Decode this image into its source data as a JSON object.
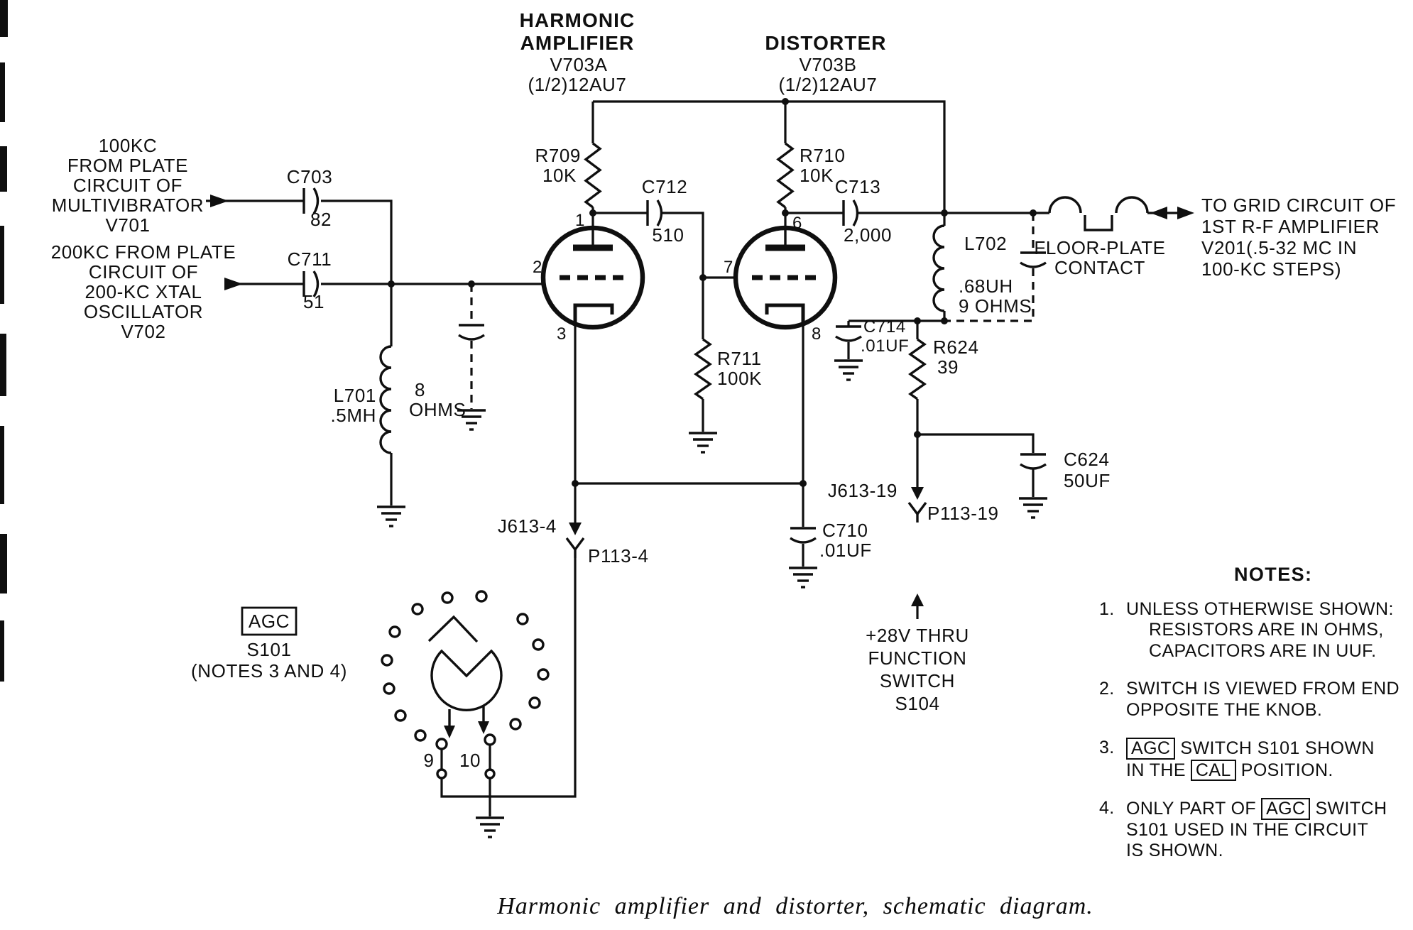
{
  "tubes": {
    "a": {
      "role1": "HARMONIC",
      "role2": "AMPLIFIER",
      "ref": "V703A",
      "type": "(1/2)12AU7"
    },
    "b": {
      "role1": "DISTORTER",
      "ref": "V703B",
      "type": "(1/2)12AU7"
    }
  },
  "inputs": {
    "in1": {
      "l1": "100KC",
      "l2": "FROM PLATE",
      "l3": "CIRCUIT OF",
      "l4": "MULTIVIBRATOR",
      "l5": "V701"
    },
    "in2": {
      "l1": "200KC FROM PLATE",
      "l2": "CIRCUIT OF",
      "l3": "200-KC XTAL",
      "l4": "OSCILLATOR",
      "l5": "V702"
    }
  },
  "output": {
    "l1": "TO GRID CIRCUIT OF",
    "l2": "1ST R-F AMPLIFIER",
    "l3": "V201(.5-32 MC IN",
    "l4": "100-KC STEPS)"
  },
  "floor_plate": {
    "l1": "FLOOR-PLATE",
    "l2": "CONTACT"
  },
  "comp": {
    "c703": {
      "ref": "C703",
      "val": "82"
    },
    "c711": {
      "ref": "C711",
      "val": "51"
    },
    "c712": {
      "ref": "C712",
      "val": "510"
    },
    "c713": {
      "ref": "C713",
      "val": "2,000"
    },
    "r709": {
      "ref": "R709",
      "val": "10K"
    },
    "r710": {
      "ref": "R710",
      "val": "10K"
    },
    "r711": {
      "ref": "R711",
      "val": "100K"
    },
    "r624": {
      "ref": "R624",
      "val": "39"
    },
    "c714": {
      "ref": "C714",
      "val": ".01UF"
    },
    "c710": {
      "ref": "C710",
      "val": ".01UF"
    },
    "c624": {
      "ref": "C624",
      "val": "50UF"
    },
    "l701": {
      "ref": "L701",
      "val": ".5MH",
      "ohms1": "8",
      "ohms2": "OHMS"
    },
    "l702": {
      "ref": "L702",
      "val": ".68UH",
      "ohms": "9 OHMS"
    }
  },
  "pins": {
    "a1": "1",
    "a2": "2",
    "a3": "3",
    "b6": "6",
    "b7": "7",
    "b8": "8"
  },
  "connectors": {
    "j4": "J613-4",
    "p4": "P113-4",
    "j19": "J613-19",
    "p19": "P113-19"
  },
  "supply": {
    "l1": "+28V THRU",
    "l2": "FUNCTION",
    "l3": "SWITCH",
    "l4": "S104"
  },
  "switch": {
    "label": "AGC",
    "ref": "S101",
    "note": "(NOTES 3 AND 4)",
    "t9": "9",
    "t10": "10"
  },
  "notes": {
    "heading": "NOTES:",
    "n1": {
      "num": "1.",
      "l1": "UNLESS OTHERWISE SHOWN:",
      "l2": "RESISTORS ARE IN OHMS,",
      "l3": "CAPACITORS ARE IN UUF."
    },
    "n2": {
      "num": "2.",
      "l1": "SWITCH IS VIEWED FROM END",
      "l2": "OPPOSITE THE KNOB."
    },
    "n3": {
      "num": "3.",
      "box1": "AGC",
      "l1b": "SWITCH S101 SHOWN",
      "l2a": "IN THE",
      "box2": "CAL",
      "l2b": "POSITION."
    },
    "n4": {
      "num": "4.",
      "l1a": "ONLY PART OF",
      "box": "AGC",
      "l1b": "SWITCH",
      "l2": "S101 USED IN THE CIRCUIT",
      "l3": "IS SHOWN."
    }
  },
  "caption": "Harmonic amplifier and distorter, schematic diagram."
}
